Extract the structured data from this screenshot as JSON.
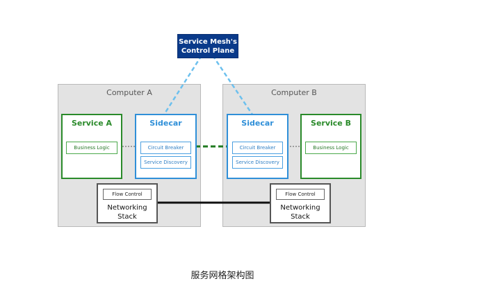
{
  "control_plane": {
    "label": "Service Mesh's Control Plane"
  },
  "computers": [
    {
      "label": "Computer A",
      "service": {
        "title": "Service A",
        "component": "Business Logic"
      },
      "sidecar": {
        "title": "Sidecar",
        "components": [
          "Circuit Breaker",
          "Service Discovery"
        ]
      },
      "network": {
        "flow": "Flow Control",
        "stack": "Networking Stack"
      }
    },
    {
      "label": "Computer B",
      "service": {
        "title": "Service B",
        "component": "Business Logic"
      },
      "sidecar": {
        "title": "Sidecar",
        "components": [
          "Circuit Breaker",
          "Service Discovery"
        ]
      },
      "network": {
        "flow": "Flow Control",
        "stack": "Networking Stack"
      }
    }
  ],
  "caption": "服务网格架构图",
  "colors": {
    "control_plane": "#0a3a8a",
    "service": "#2a8a2a",
    "sidecar": "#2f8fd8",
    "computer_bg": "#e3e3e3",
    "link_dashed_blue": "#6cc0ee",
    "link_dashed_green": "#1f7a1f",
    "link_network": "#111111"
  }
}
